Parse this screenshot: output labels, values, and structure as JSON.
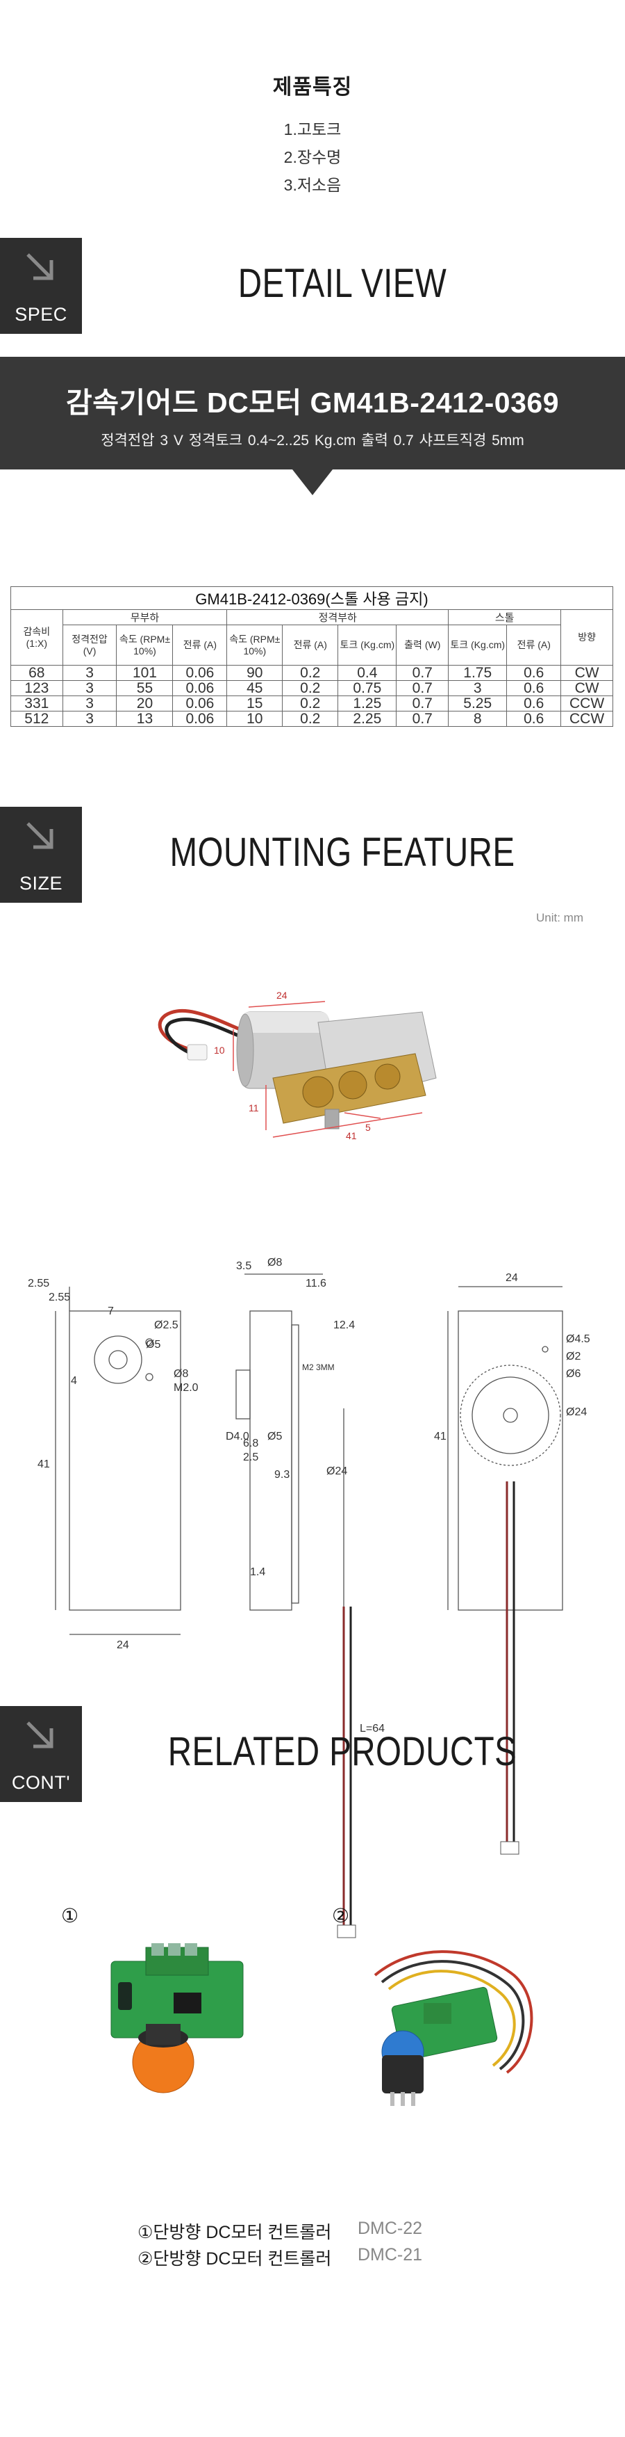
{
  "features": {
    "heading": "제품특징",
    "items": [
      "1.고토크",
      "2.장수명",
      "3.저소음"
    ]
  },
  "sections": {
    "spec": {
      "tag": "SPEC",
      "title": "DETAIL VIEW"
    },
    "size": {
      "tag": "SIZE",
      "title": "MOUNTING FEATURE"
    },
    "cont": {
      "tag": "CONT'",
      "title": "RELATED PRODUCTS"
    }
  },
  "banner": {
    "title": "감속기어드 DC모터 GM41B-2412-0369",
    "subtitle": "정격전압 3 V   정격토크 0.4~2..25 Kg.cm  출력 0.7 샤프트직경 5mm"
  },
  "spec_table": {
    "caption": "GM41B-2412-0369(스톨 사용 금지)",
    "group_headers": {
      "ratio": "감속비 (1:X)",
      "no_load": "무부하",
      "rated": "정격부하",
      "stall": "스톨",
      "direction": "방향"
    },
    "sub_headers": {
      "no_load_voltage": "정격전압 (V)",
      "no_load_speed": "속도 (RPM± 10%)",
      "no_load_current": "전류 (A)",
      "rated_speed": "속도 (RPM± 10%)",
      "rated_current": "전류 (A)",
      "rated_torque": "토크 (Kg.cm)",
      "rated_output": "출력 (W)",
      "stall_torque": "토크 (Kg.cm)",
      "stall_current": "전류 (A)"
    },
    "rows": [
      [
        "68",
        "3",
        "101",
        "0.06",
        "90",
        "0.2",
        "0.4",
        "0.7",
        "1.75",
        "0.6",
        "CW"
      ],
      [
        "123",
        "3",
        "55",
        "0.06",
        "45",
        "0.2",
        "0.75",
        "0.7",
        "3",
        "0.6",
        "CW"
      ],
      [
        "331",
        "3",
        "20",
        "0.06",
        "15",
        "0.2",
        "1.25",
        "0.7",
        "5.25",
        "0.6",
        "CCW"
      ],
      [
        "512",
        "3",
        "13",
        "0.06",
        "10",
        "0.2",
        "2.25",
        "0.7",
        "8",
        "0.6",
        "CCW"
      ]
    ]
  },
  "unit_label": "Unit: mm",
  "photo_dims": [
    "24",
    "10",
    "11",
    "41",
    "5"
  ],
  "drawing_dims": {
    "left": [
      "2.55",
      "2.55",
      "7",
      "Ø2.5",
      "Ø5",
      "4",
      "Ø8",
      "M2.0",
      "41",
      "24"
    ],
    "middle": [
      "3.5",
      "Ø8",
      "11.6",
      "12.4",
      "M2 3MM",
      "6.8",
      "2.5",
      "9.3",
      "D4.0",
      "Ø5",
      "Ø24",
      "1.4",
      "L=64"
    ],
    "right": [
      "24",
      "Ø4.5",
      "Ø2",
      "Ø6",
      "41",
      "Ø24"
    ]
  },
  "related": {
    "markers": [
      "①",
      "②"
    ],
    "items": [
      {
        "name": "①단방향 DC모터 컨트롤러",
        "code": "DMC-22"
      },
      {
        "name": "②단방향 DC모터 컨트롤러",
        "code": "DMC-21"
      }
    ]
  },
  "colors": {
    "dark_block": "#2e2e2e",
    "banner": "#383838",
    "gear_brass": "#c9a24a",
    "motor_silver": "#c8c8c8",
    "pcb_green": "#2f9e4a",
    "knob_orange": "#f07a1c",
    "knob_blue": "#2f7bd0"
  },
  "icons": [
    "arrow-down-right-icon"
  ]
}
